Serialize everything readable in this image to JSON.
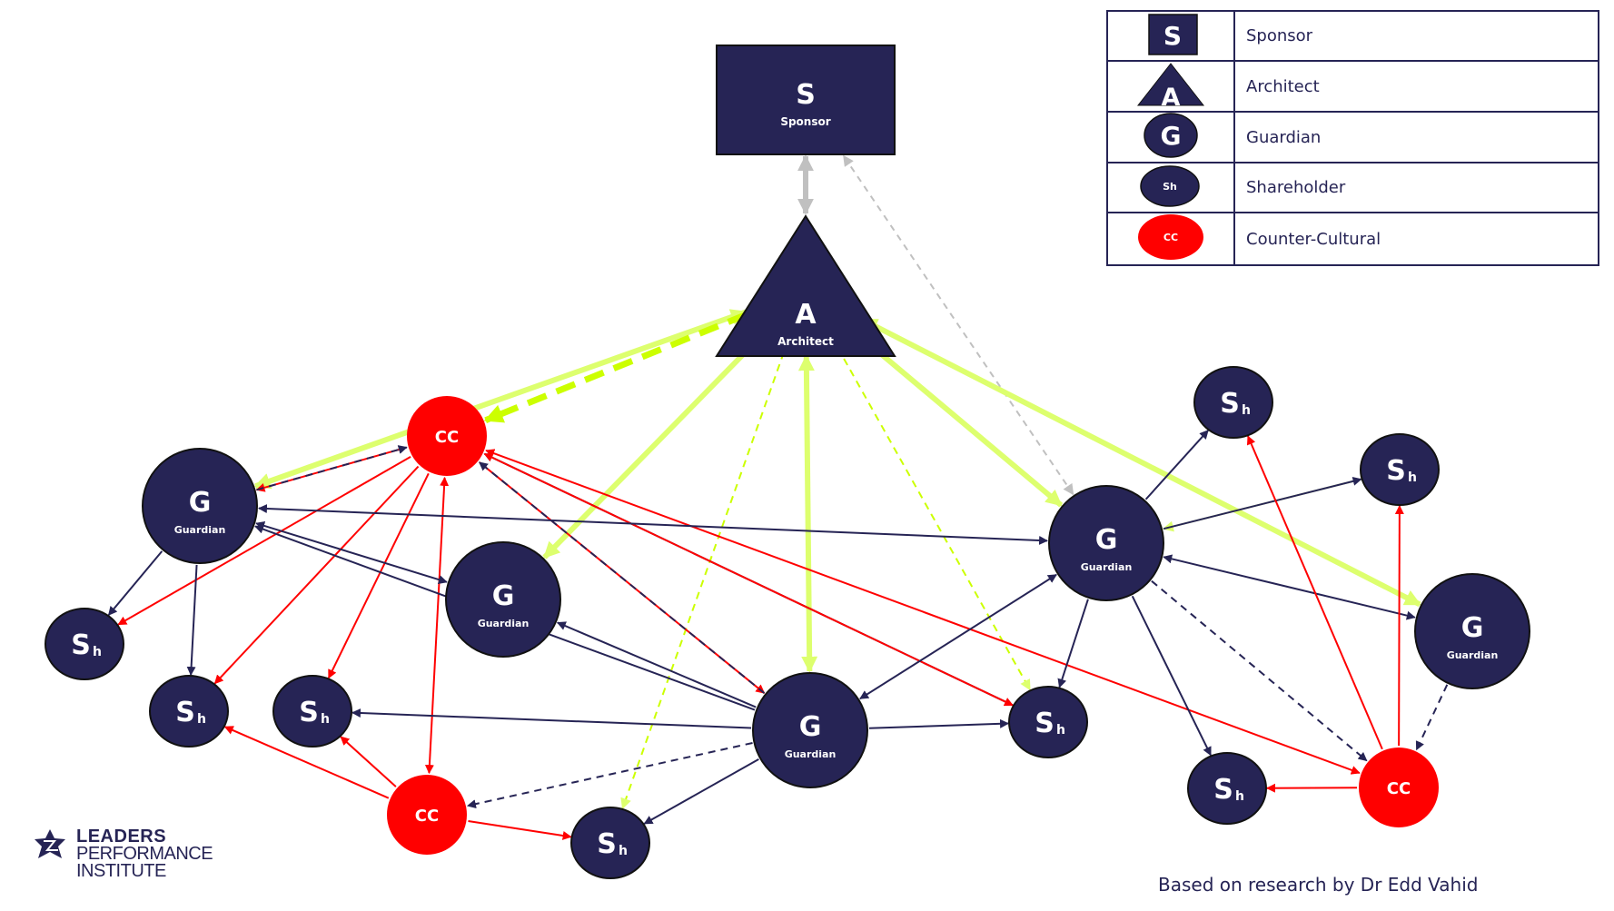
{
  "title": "Organisational culture network",
  "colors": {
    "navy": "#262455",
    "red": "#FF0000",
    "lime": "#DDFF6E",
    "lime_dash": "#CCFF00",
    "grey": "#C0C0C0",
    "white": "#FFFFFF"
  },
  "legend": [
    {
      "symbol": "square",
      "glyph": "S",
      "label": "Sponsor"
    },
    {
      "symbol": "triangle",
      "glyph": "A",
      "label": "Architect"
    },
    {
      "symbol": "circle",
      "glyph": "G",
      "label": "Guardian"
    },
    {
      "symbol": "ellipse",
      "glyph": "Sh",
      "label": "Shareholder"
    },
    {
      "symbol": "red-ellipse",
      "glyph": "CC",
      "label": "Counter-Cultural"
    }
  ],
  "nodes": [
    {
      "id": "S",
      "type": "sponsor",
      "glyph": "S",
      "sub": "Sponsor"
    },
    {
      "id": "A",
      "type": "architect",
      "glyph": "A",
      "sub": "Architect"
    },
    {
      "id": "G1",
      "type": "guardian",
      "glyph": "G",
      "sub": "Guardian"
    },
    {
      "id": "G2",
      "type": "guardian",
      "glyph": "G",
      "sub": "Guardian"
    },
    {
      "id": "G3",
      "type": "guardian",
      "glyph": "G",
      "sub": "Guardian"
    },
    {
      "id": "G4",
      "type": "guardian",
      "glyph": "G",
      "sub": "Guardian"
    },
    {
      "id": "G5",
      "type": "guardian",
      "glyph": "G",
      "sub": "Guardian"
    },
    {
      "id": "CC1",
      "type": "counter",
      "glyph": "CC",
      "sub": ""
    },
    {
      "id": "CC2",
      "type": "counter",
      "glyph": "CC",
      "sub": ""
    },
    {
      "id": "CC3",
      "type": "counter",
      "glyph": "CC",
      "sub": ""
    },
    {
      "id": "Sh1",
      "type": "shareholder",
      "glyph": "S",
      "sub": "h"
    },
    {
      "id": "Sh2",
      "type": "shareholder",
      "glyph": "S",
      "sub": "h"
    },
    {
      "id": "Sh3",
      "type": "shareholder",
      "glyph": "S",
      "sub": "h"
    },
    {
      "id": "Sh4",
      "type": "shareholder",
      "glyph": "S",
      "sub": "h"
    },
    {
      "id": "Sh5",
      "type": "shareholder",
      "glyph": "S",
      "sub": "h"
    },
    {
      "id": "Sh6",
      "type": "shareholder",
      "glyph": "S",
      "sub": "h"
    },
    {
      "id": "Sh7",
      "type": "shareholder",
      "glyph": "S",
      "sub": "h"
    },
    {
      "id": "Sh8",
      "type": "shareholder",
      "glyph": "S",
      "sub": "h"
    }
  ],
  "edges": [
    {
      "from": "S",
      "to": "A",
      "style": "grey-thick",
      "dir": "both"
    },
    {
      "from": "G4",
      "to": "S",
      "style": "grey-dash",
      "dir": "both"
    },
    {
      "from": "A",
      "to": "G1",
      "style": "lime-thick",
      "dir": "both"
    },
    {
      "from": "A",
      "to": "CC1",
      "style": "lime-bigdash",
      "dir": "to"
    },
    {
      "from": "A",
      "to": "G2",
      "style": "lime-thick",
      "dir": "both"
    },
    {
      "from": "A",
      "to": "G3",
      "style": "lime-thick",
      "dir": "both"
    },
    {
      "from": "A",
      "to": "G4",
      "style": "lime-thick",
      "dir": "both"
    },
    {
      "from": "A",
      "to": "G5",
      "style": "lime-thick",
      "dir": "both"
    },
    {
      "from": "A",
      "to": "Sh4",
      "style": "lime-dash",
      "dir": "to"
    },
    {
      "from": "A",
      "to": "Sh5",
      "style": "lime-dash",
      "dir": "to"
    },
    {
      "from": "Sh7",
      "to": "G4",
      "style": "lime-thin",
      "dir": "to"
    },
    {
      "from": "CC1",
      "to": "G1",
      "style": "red",
      "dir": "to"
    },
    {
      "from": "G1",
      "to": "CC1",
      "style": "navy-dash",
      "dir": "to"
    },
    {
      "from": "CC1",
      "to": "Sh1",
      "style": "red",
      "dir": "to"
    },
    {
      "from": "CC1",
      "to": "Sh2",
      "style": "red",
      "dir": "to"
    },
    {
      "from": "CC1",
      "to": "Sh3",
      "style": "red",
      "dir": "to"
    },
    {
      "from": "CC1",
      "to": "CC2",
      "style": "red",
      "dir": "both"
    },
    {
      "from": "CC1",
      "to": "G3",
      "style": "red",
      "dir": "to"
    },
    {
      "from": "G3",
      "to": "CC1",
      "style": "navy-dash",
      "dir": "to"
    },
    {
      "from": "Sh5",
      "to": "CC1",
      "style": "navy",
      "dir": "to"
    },
    {
      "from": "CC1",
      "to": "Sh5",
      "style": "red",
      "dir": "both"
    },
    {
      "from": "CC3",
      "to": "CC1",
      "style": "red",
      "dir": "both"
    },
    {
      "from": "G1",
      "to": "Sh1",
      "style": "navy",
      "dir": "to"
    },
    {
      "from": "G1",
      "to": "Sh2",
      "style": "navy",
      "dir": "to"
    },
    {
      "from": "G1",
      "to": "G2",
      "style": "navy",
      "dir": "both"
    },
    {
      "from": "G1",
      "to": "G4",
      "style": "navy",
      "dir": "both"
    },
    {
      "from": "G3",
      "to": "G1",
      "style": "navy",
      "dir": "to"
    },
    {
      "from": "G3",
      "to": "G2",
      "style": "navy",
      "dir": "to"
    },
    {
      "from": "G3",
      "to": "Sh3",
      "style": "navy",
      "dir": "to"
    },
    {
      "from": "G3",
      "to": "Sh5",
      "style": "navy",
      "dir": "to"
    },
    {
      "from": "G3",
      "to": "Sh4",
      "style": "navy",
      "dir": "to"
    },
    {
      "from": "G3",
      "to": "CC2",
      "style": "navy-dash",
      "dir": "to"
    },
    {
      "from": "G3",
      "to": "G4",
      "style": "navy",
      "dir": "both"
    },
    {
      "from": "CC2",
      "to": "Sh2",
      "style": "red",
      "dir": "to"
    },
    {
      "from": "CC2",
      "to": "Sh3",
      "style": "red",
      "dir": "to"
    },
    {
      "from": "CC2",
      "to": "Sh4",
      "style": "red",
      "dir": "to"
    },
    {
      "from": "G4",
      "to": "Sh6",
      "style": "navy",
      "dir": "to"
    },
    {
      "from": "G4",
      "to": "Sh7",
      "style": "navy",
      "dir": "to"
    },
    {
      "from": "G4",
      "to": "Sh5",
      "style": "navy",
      "dir": "to"
    },
    {
      "from": "G4",
      "to": "Sh8",
      "style": "navy",
      "dir": "to"
    },
    {
      "from": "G4",
      "to": "G5",
      "style": "navy",
      "dir": "both"
    },
    {
      "from": "G4",
      "to": "CC3",
      "style": "navy-dash",
      "dir": "to"
    },
    {
      "from": "G5",
      "to": "CC3",
      "style": "navy-dash",
      "dir": "to"
    },
    {
      "from": "CC3",
      "to": "Sh6",
      "style": "red",
      "dir": "to"
    },
    {
      "from": "CC3",
      "to": "Sh7",
      "style": "red",
      "dir": "to"
    },
    {
      "from": "CC3",
      "to": "Sh8",
      "style": "red",
      "dir": "to"
    }
  ],
  "logo": {
    "line1": "LEADERS",
    "line2": "PERFORMANCE",
    "line3": "INSTITUTE"
  },
  "credit": "Based on research by Dr Edd Vahid"
}
